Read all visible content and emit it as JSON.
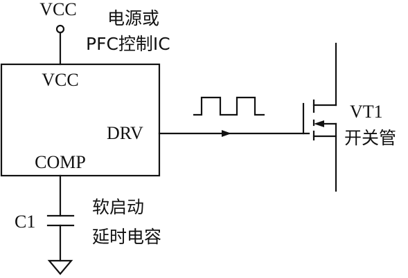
{
  "labels": {
    "vcc_supply": "VCC",
    "ic_title_line1": "电源或",
    "ic_title_line2": "PFC控制IC",
    "pin_vcc": "VCC",
    "pin_drv": "DRV",
    "pin_comp": "COMP",
    "capacitor_ref": "C1",
    "capacitor_desc_line1": "软启动",
    "capacitor_desc_line2": "延时电容",
    "transistor_ref": "VT1",
    "transistor_desc": "开关管"
  },
  "colors": {
    "line": "#111111",
    "background": "#ffffff"
  }
}
